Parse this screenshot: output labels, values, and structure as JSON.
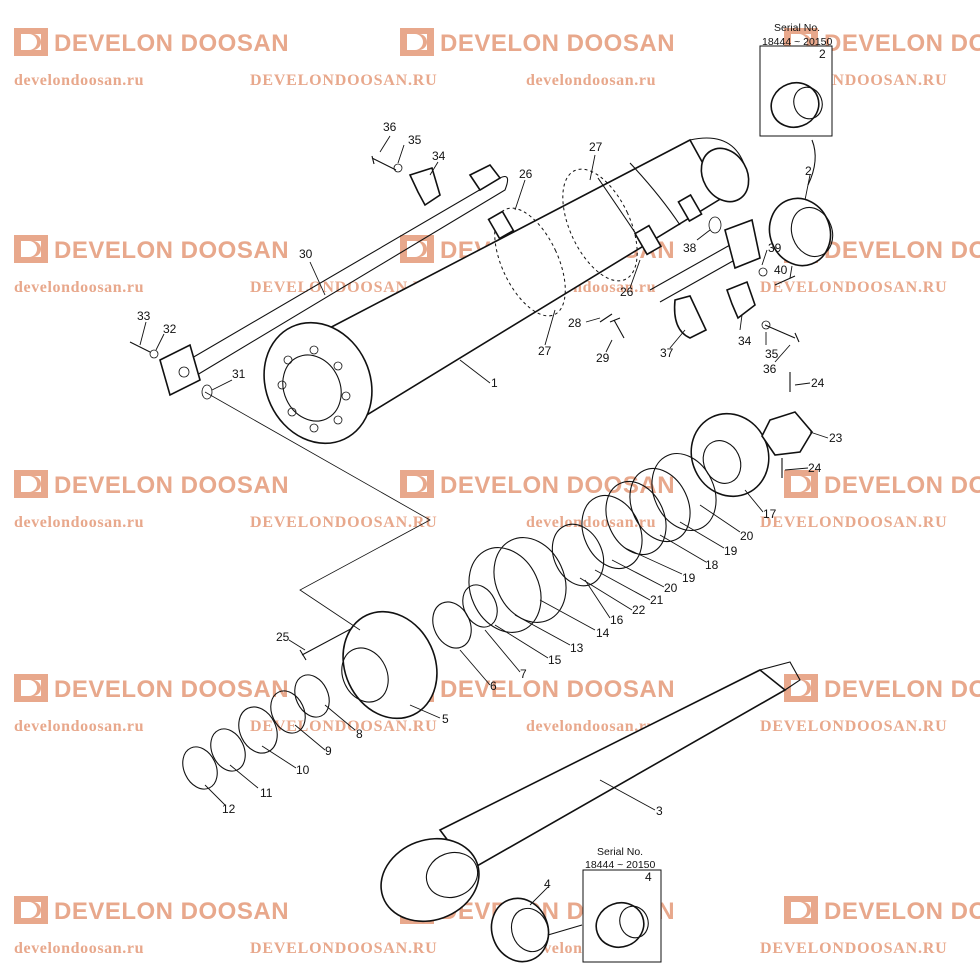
{
  "watermark": {
    "logo_text": "DEVELON DOOSAN",
    "url_lower": "develondoosan.ru",
    "url_upper": "DEVELONDOOSAN.RU",
    "color": "#e8a88c"
  },
  "serial_boxes": [
    {
      "title": "Serial No.",
      "range": "18444 ~ 20150",
      "part": "2"
    },
    {
      "title": "Serial No.",
      "range": "18444 ~ 20150",
      "part": "4"
    }
  ],
  "callouts": {
    "c1": "1",
    "c2": "2",
    "c3": "3",
    "c4": "4",
    "c5": "5",
    "c6": "6",
    "c7": "7",
    "c8": "8",
    "c9": "9",
    "c10": "10",
    "c11": "11",
    "c12": "12",
    "c13": "13",
    "c14": "14",
    "c15": "15",
    "c16": "16",
    "c17": "17",
    "c18": "18",
    "c19a": "19",
    "c19b": "19",
    "c20a": "20",
    "c20b": "20",
    "c21": "21",
    "c22": "22",
    "c23": "23",
    "c24a": "24",
    "c24b": "24",
    "c25": "25",
    "c26a": "26",
    "c26b": "26",
    "c27a": "27",
    "c27b": "27",
    "c28": "28",
    "c29": "29",
    "c30": "30",
    "c31": "31",
    "c32": "32",
    "c33": "33",
    "c34a": "34",
    "c34b": "34",
    "c35a": "35",
    "c35b": "35",
    "c36a": "36",
    "c36b": "36",
    "c37": "37",
    "c38": "38",
    "c39": "39",
    "c40": "40"
  }
}
